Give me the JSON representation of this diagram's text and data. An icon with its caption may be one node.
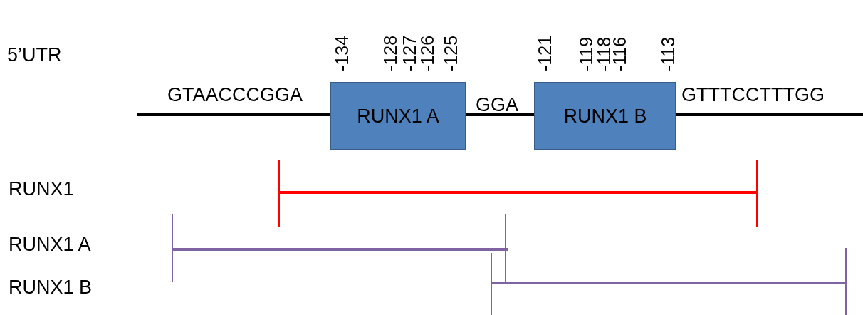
{
  "diagram": {
    "nodes": [
      {
        "text": [
          "RUNX1 A"
        ]
      },
      {
        "text": [
          "RUNX1 B"
        ]
      }
    ],
    "labels": [
      "-134",
      "-128",
      "-127",
      "-126",
      "-125",
      "-121",
      "-119",
      "-118",
      "-116",
      "-113",
      "5’UTR",
      "GTAACCCGGA",
      "GGA",
      "GTTTCCTTTGG",
      "RUNX1",
      "RUNX1 A",
      "RUNX1 B"
    ]
  }
}
